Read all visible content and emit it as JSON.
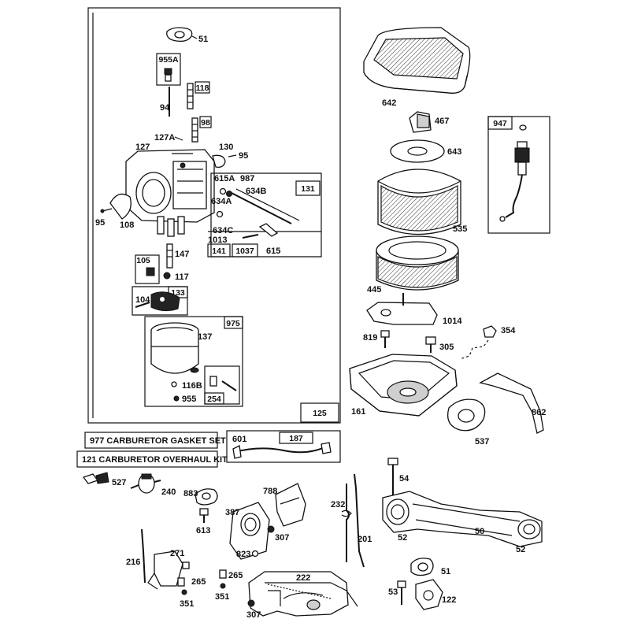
{
  "kits": {
    "gasket_set": "977  CARBURETOR GASKET SET",
    "overhaul_kit": "121  CARBURETOR OVERHAUL KIT"
  },
  "boxes": {
    "main": "125",
    "b955a": "955A",
    "b118": "118",
    "b98": "98",
    "b131": "131",
    "b141": "141",
    "b1037": "1037",
    "b105": "105",
    "b133": "133",
    "b975": "975",
    "b254": "254",
    "b947": "947",
    "b187": "187"
  },
  "labels": {
    "p51_top": "51",
    "p94": "94",
    "p127a": "127A",
    "p127": "127",
    "p130": "130",
    "p95_r": "95",
    "p95_l": "95",
    "p108": "108",
    "p615a": "615A",
    "p987": "987",
    "p634b": "634B",
    "p634a": "634A",
    "p634c": "634C",
    "p1013": "1013",
    "p615": "615",
    "p147": "147",
    "p117": "117",
    "p104": "104",
    "p137": "137",
    "p116b": "116B",
    "p955": "955",
    "p642": "642",
    "p467": "467",
    "p643": "643",
    "p535": "535",
    "p445": "445",
    "p1014": "1014",
    "p354": "354",
    "p819": "819",
    "p305": "305",
    "p161": "161",
    "p862": "862",
    "p537": "537",
    "p601": "601",
    "p527": "527",
    "p240": "240",
    "p883": "883",
    "p613": "613",
    "p788": "788",
    "p387": "387",
    "p307_mid": "307",
    "p823": "823",
    "p232": "232",
    "p201": "201",
    "p54": "54",
    "p52_a": "52",
    "p50": "50",
    "p52_b": "52",
    "p216": "216",
    "p271": "271",
    "p265_a": "265",
    "p351_a": "351",
    "p265_b": "265",
    "p351_b": "351",
    "p222": "222",
    "p307_bot": "307",
    "p51_bot": "51",
    "p53": "53",
    "p122": "122"
  }
}
